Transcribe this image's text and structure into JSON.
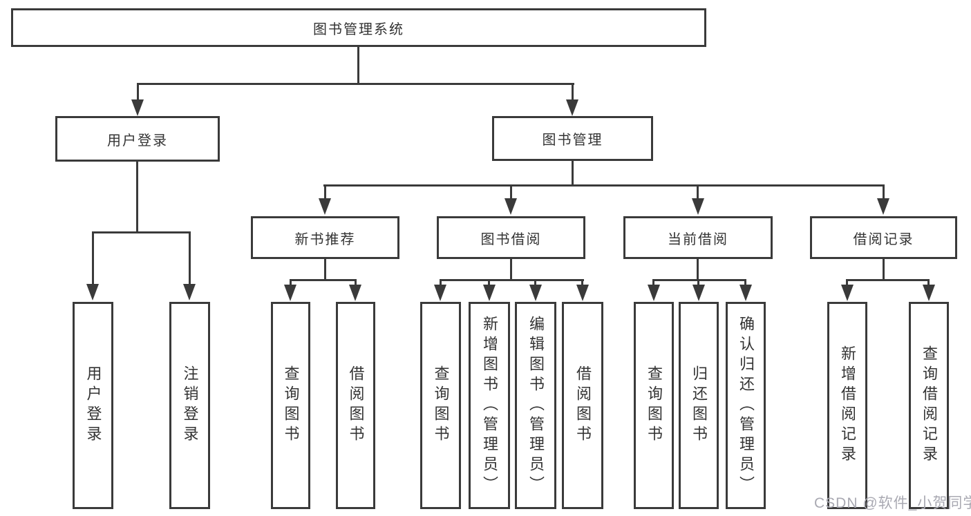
{
  "tree": {
    "label": "图书管理系统",
    "children": [
      {
        "label": "用户登录",
        "children": [
          {
            "label": "用户登录"
          },
          {
            "label": "注销登录"
          }
        ]
      },
      {
        "label": "图书管理",
        "children": [
          {
            "label": "新书推荐",
            "children": [
              {
                "label": "查询图书"
              },
              {
                "label": "借阅图书"
              }
            ]
          },
          {
            "label": "图书借阅",
            "children": [
              {
                "label": "查询图书"
              },
              {
                "label": "新增图书（管理员）"
              },
              {
                "label": "编辑图书（管理员）"
              },
              {
                "label": "借阅图书"
              }
            ]
          },
          {
            "label": "当前借阅",
            "children": [
              {
                "label": "查询图书"
              },
              {
                "label": "归还图书"
              },
              {
                "label": "确认归还（管理员）"
              }
            ]
          },
          {
            "label": "借阅记录",
            "children": [
              {
                "label": "新增借阅记录"
              },
              {
                "label": "查询借阅记录"
              }
            ]
          }
        ]
      }
    ]
  },
  "watermark": {
    "text": "CSDN @软件_小贺同学"
  },
  "colors": {
    "line": "#3a3a3a",
    "text": "#333333",
    "background": "#ffffff",
    "watermark": "#a9a9b2"
  }
}
